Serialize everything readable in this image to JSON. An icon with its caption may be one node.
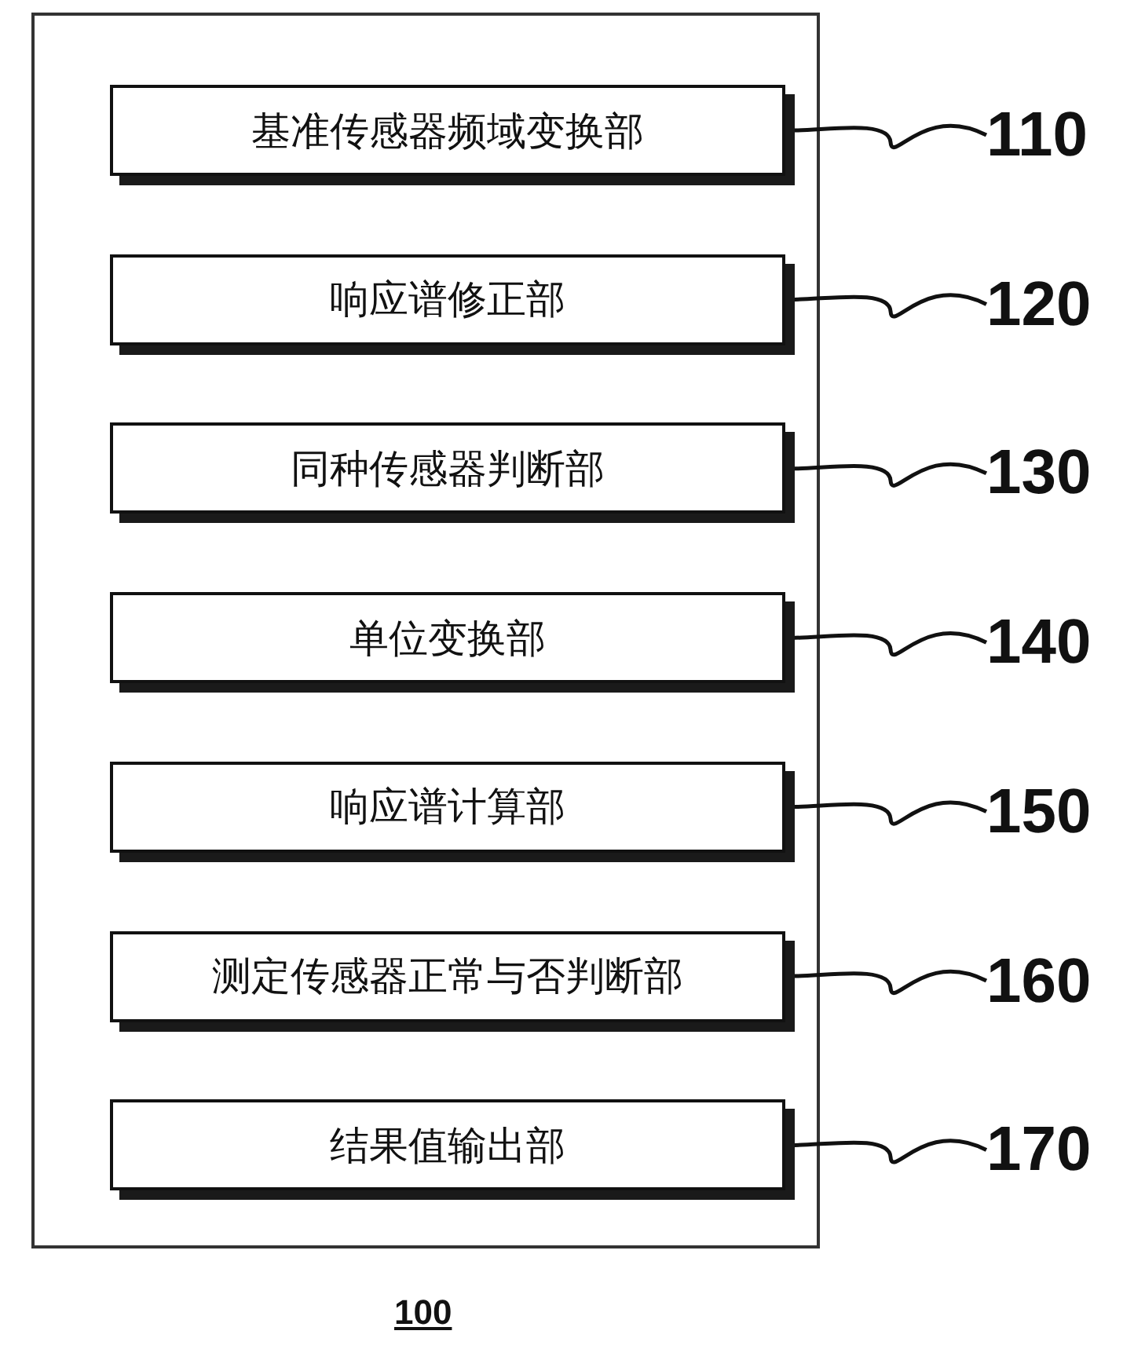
{
  "diagram": {
    "nodes": [
      {
        "text": [],
        "shape": "box",
        "beside": [
          "100"
        ]
      },
      {
        "text": [
          "基准传感器频域变换部"
        ],
        "in": 0
      },
      {
        "text": [
          "响应谱修正部"
        ],
        "in": 0
      },
      {
        "text": [
          "同种传感器判断部"
        ],
        "in": 0
      },
      {
        "text": [
          "单位变换部"
        ],
        "in": 0
      },
      {
        "text": [
          "响应谱计算部"
        ],
        "in": 0
      },
      {
        "text": [
          "测定传感器正常与否判断部"
        ],
        "in": 0
      },
      {
        "text": [
          "结果值输出部"
        ],
        "in": 0
      },
      {
        "text": [
          "110"
        ]
      },
      {
        "text": [
          "120"
        ]
      },
      {
        "text": [
          "130"
        ]
      },
      {
        "text": [
          "140"
        ]
      },
      {
        "text": [
          "150"
        ]
      },
      {
        "text": [
          "160"
        ]
      },
      {
        "text": [
          "170"
        ]
      }
    ],
    "edges": [
      {
        "from": 8,
        "to": 1,
        "arrow": "none"
      },
      {
        "from": 9,
        "to": 2,
        "arrow": "none"
      },
      {
        "from": 10,
        "to": 3,
        "arrow": "none"
      },
      {
        "from": 11,
        "to": 4,
        "arrow": "none"
      },
      {
        "from": 12,
        "to": 5,
        "arrow": "none"
      },
      {
        "from": 13,
        "to": 6,
        "arrow": "none"
      },
      {
        "from": 14,
        "to": 7,
        "arrow": "none"
      }
    ]
  }
}
